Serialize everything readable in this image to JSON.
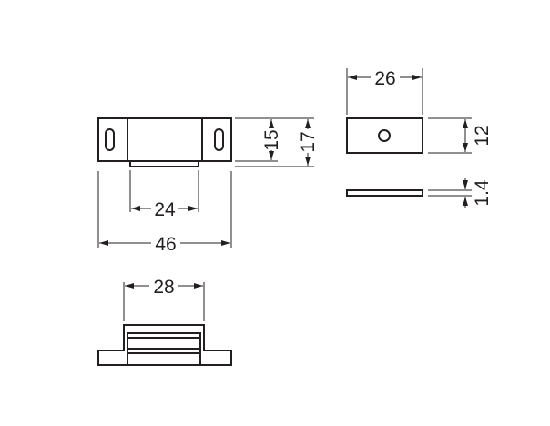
{
  "drawing": {
    "front_view": {
      "dim_width_inner": "24",
      "dim_width_total": "46",
      "dim_height_body": "15",
      "dim_height_total": "17"
    },
    "plate_view": {
      "dim_width": "26",
      "dim_height": "12",
      "dim_thickness": "1.4"
    },
    "bottom_view": {
      "dim_width": "28"
    },
    "colors": {
      "line": "#231f20",
      "background": "#ffffff"
    }
  }
}
